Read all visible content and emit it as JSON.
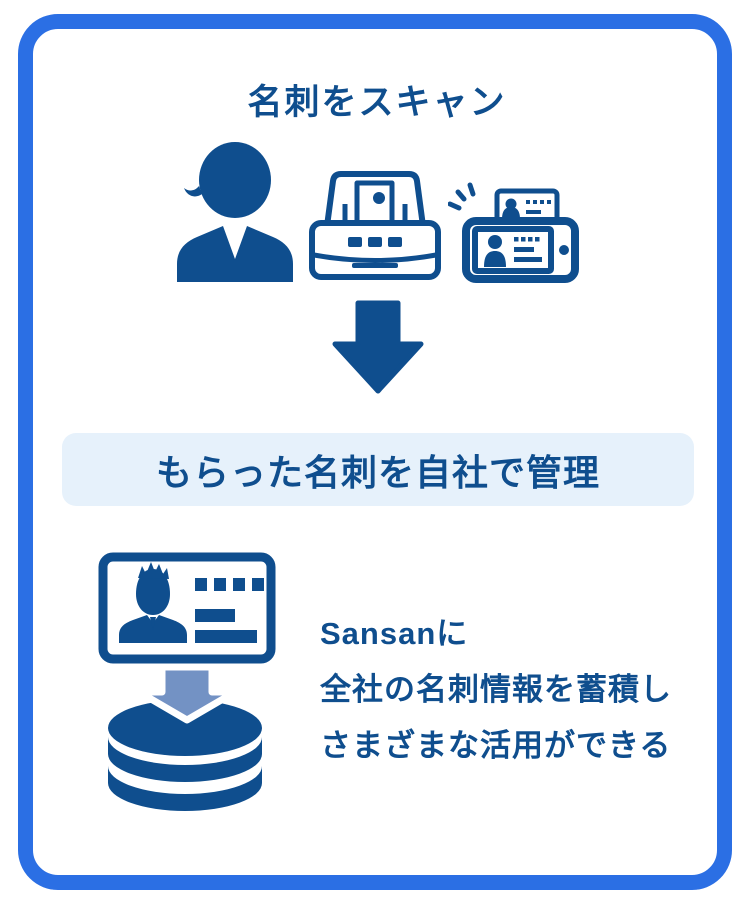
{
  "colors": {
    "frame_blue": "#2B6FE4",
    "navy": "#0F4E8E",
    "band_bg": "#E6F1FB",
    "steel_blue": "#7392C4"
  },
  "diagram": {
    "step1": {
      "title": "名刺をスキャン",
      "icons": [
        "person-icon",
        "scanner-icon",
        "smartphone-scan-icon"
      ]
    },
    "flow_arrow": "down-arrow-icon",
    "step2": {
      "label": "もらった名刺を自社で管理"
    },
    "step3": {
      "icons": [
        "business-card-icon",
        "import-arrow-icon",
        "database-icon"
      ],
      "caption_lines": {
        "line1": "Sansanに",
        "line2": "全社の名刺情報を蓄積し",
        "line3": "さまざまな活用ができる"
      }
    }
  }
}
